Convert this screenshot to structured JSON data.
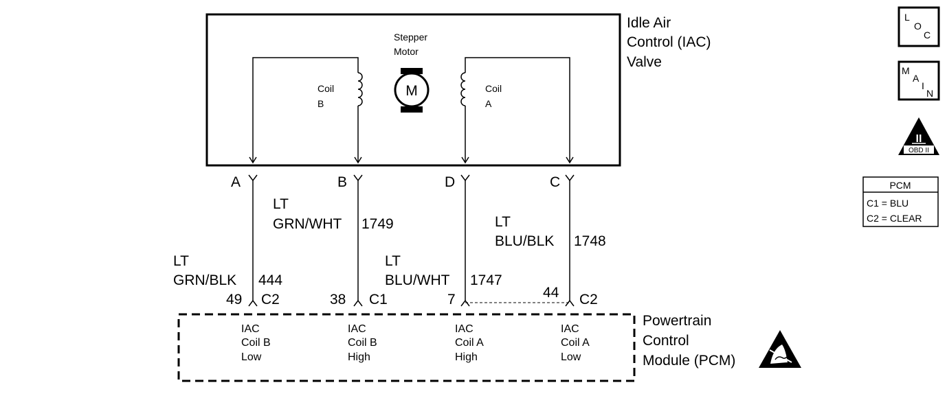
{
  "iac": {
    "title_lines": [
      "Idle Air",
      "Control (IAC)",
      "Valve"
    ],
    "motor_label_lines": [
      "Stepper",
      "Motor"
    ],
    "motor_symbol": "M",
    "coil_b": [
      "Coil",
      "B"
    ],
    "coil_a": [
      "Coil",
      "A"
    ]
  },
  "pins": {
    "a": "A",
    "b": "B",
    "d": "D",
    "c": "C"
  },
  "wires": {
    "w444": {
      "line1": "LT",
      "line2": "GRN/BLK",
      "circuit": "444"
    },
    "w1749": {
      "line1": "LT",
      "line2": "GRN/WHT",
      "circuit": "1749"
    },
    "w1747": {
      "line1": "LT",
      "line2": "BLU/WHT",
      "circuit": "1747"
    },
    "w1748": {
      "line1": "LT",
      "line2": "BLU/BLK",
      "circuit": "1748"
    }
  },
  "pcm_pins": {
    "p49": {
      "num": "49",
      "conn": "C2"
    },
    "p38": {
      "num": "38",
      "conn": "C1"
    },
    "p7": {
      "num": "7",
      "conn": ""
    },
    "p44": {
      "num": "44",
      "conn": "C2"
    }
  },
  "pcm_functions": [
    [
      "IAC",
      "Coil B",
      "Low"
    ],
    [
      "IAC",
      "Coil B",
      "High"
    ],
    [
      "IAC",
      "Coil A",
      "High"
    ],
    [
      "IAC",
      "Coil A",
      "Low"
    ]
  ],
  "pcm": {
    "title_lines": [
      "Powertrain",
      "Control",
      "Module (PCM)"
    ]
  },
  "icons": {
    "loc": [
      "L",
      "O",
      "C"
    ],
    "main": [
      "M",
      "A",
      "I",
      "N"
    ],
    "obd_numeral": "II",
    "obd_text": "OBD II",
    "esd": "esd-warning-icon"
  },
  "pcm_legend": {
    "title": "PCM",
    "row1": "C1 = BLU",
    "row2": "C2 = CLEAR"
  }
}
